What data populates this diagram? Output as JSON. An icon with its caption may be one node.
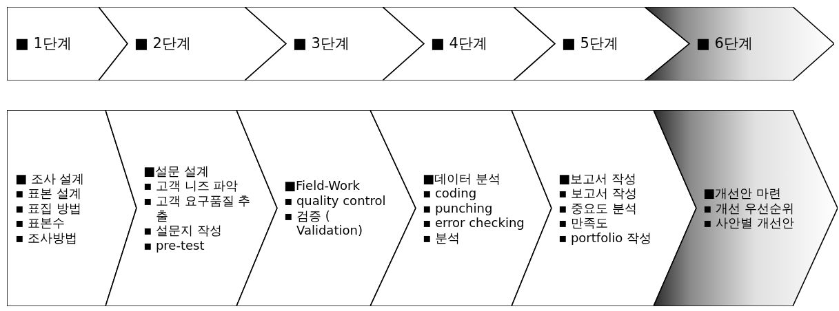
{
  "diagram": {
    "nodes": [
      {
        "text": [
          "■ 1단계"
        ]
      },
      {
        "text": [
          "■ 2단계"
        ]
      },
      {
        "text": [
          "■ 3단계"
        ]
      },
      {
        "text": [
          "■ 4단계"
        ]
      },
      {
        "text": [
          "■ 5단계"
        ]
      },
      {
        "text": [
          "■ 6단계"
        ]
      },
      {
        "text": [
          "■ 조사 설계",
          "▪ 표본 설계",
          "▪ 표집 방법",
          "▪ 표본수",
          "▪ 조사방법"
        ]
      },
      {
        "text": [
          "■설문 설계",
          "▪ 고객 니즈 파악",
          "▪ 고객 요구품질 추출",
          "▪ 설문지 작성",
          "▪ pre-test"
        ]
      },
      {
        "text": [
          "■Field-Work",
          "▪ quality control",
          "▪ 검증 ( Validation)"
        ]
      },
      {
        "text": [
          "■데이터 분석",
          "▪ coding",
          "▪ punching",
          "▪ error checking",
          "▪ 분석"
        ]
      },
      {
        "text": [
          "■보고서 작성",
          "▪ 보고서 작성",
          "▪ 중요도 분석",
          "▪ 만족도",
          "▪ portfolio 작성"
        ]
      },
      {
        "text": [
          "■개선안 마련",
          "▪ 개선 우선순위",
          "▪ 사안별 개선안"
        ]
      }
    ],
    "edges": []
  }
}
